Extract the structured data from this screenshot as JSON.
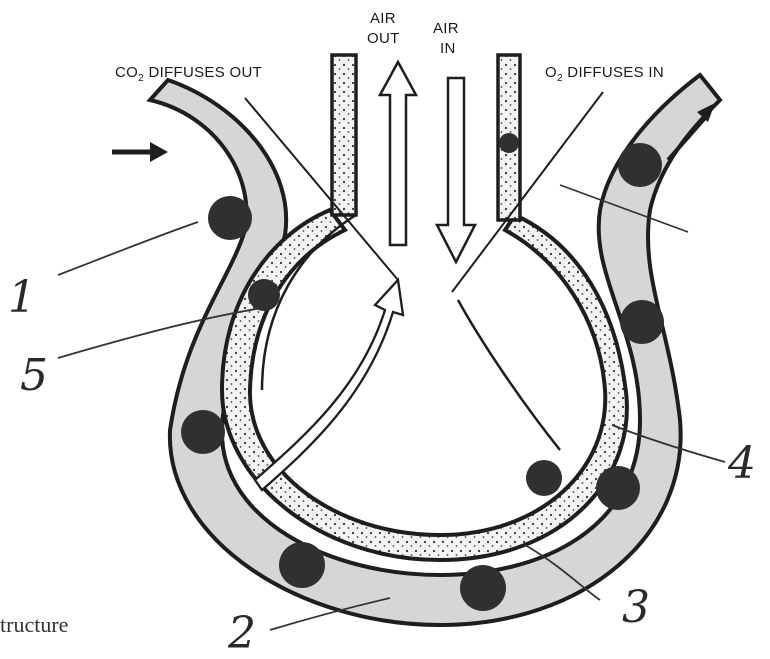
{
  "labels": {
    "air_out_1": "AIR",
    "air_out_2": "OUT",
    "air_in_1": "AIR",
    "air_in_2": "IN",
    "co2_prefix": "CO",
    "co2_sub": "2",
    "co2_suffix": " DIFFUSES OUT",
    "o2_prefix": "O",
    "o2_sub": "2",
    "o2_suffix": " DIFFUSES IN"
  },
  "numbers": {
    "n1": "1",
    "n2": "2",
    "n3": "3",
    "n4": "4",
    "n5": "5"
  },
  "cut_text": {
    "line1": "tructure"
  },
  "colors": {
    "ink": "#1e1e1e",
    "capillary_fill": "#d4d4d4",
    "cell": "#303030"
  }
}
